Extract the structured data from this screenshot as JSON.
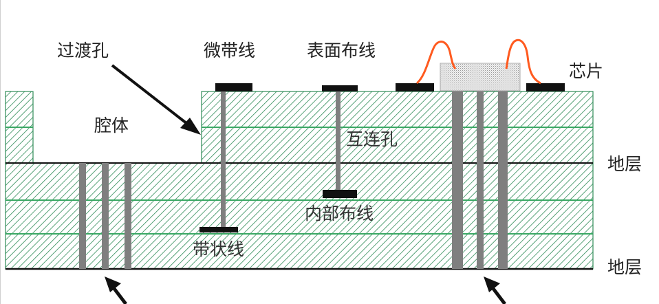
{
  "labels": {
    "via": "过渡孔",
    "microstrip": "微带线",
    "surface_trace": "表面布线",
    "chip": "芯片",
    "cavity": "腔体",
    "interconnect_hole": "互连孔",
    "ground_layer_1": "地层",
    "ground_layer_2": "地层",
    "inner_trace": "内部布线",
    "stripline": "带状线"
  },
  "colors": {
    "substrate_hatch": "#2e8b57",
    "layer_line": "#3aa864",
    "ground_line": "#111111",
    "via_fill": "#7f7f7f",
    "trace": "#111111",
    "bond_wire": "#ff5a1f",
    "chip_fill": "#c8c8c8"
  },
  "icons": {
    "pointer_arrow": "arrow-icon"
  }
}
